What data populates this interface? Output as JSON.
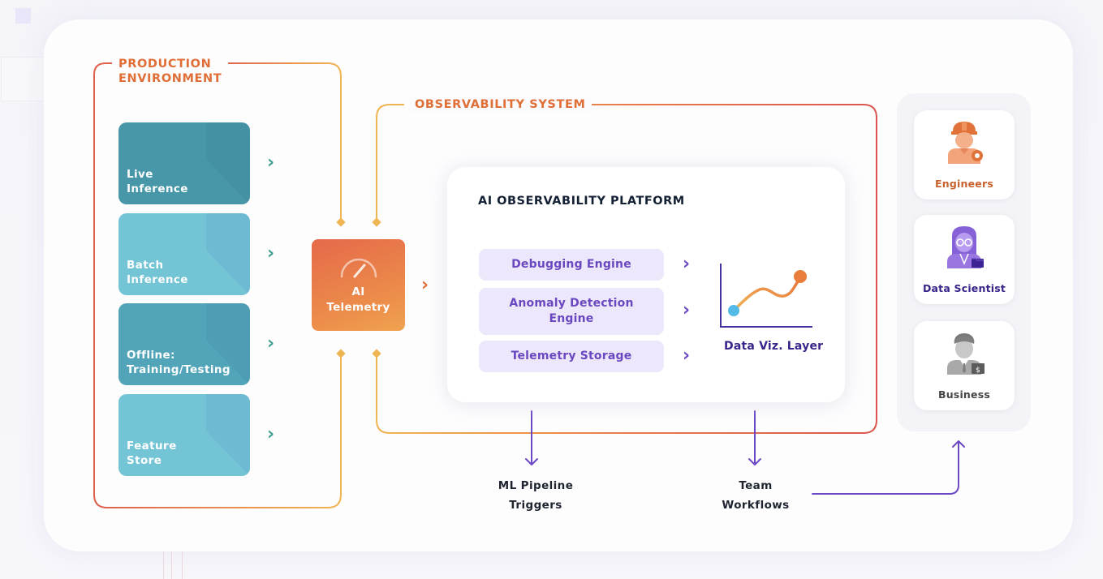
{
  "production_environment": {
    "title_line1": "PRODUCTION",
    "title_line2": "ENVIRONMENT",
    "sources": [
      {
        "line1": "Live",
        "line2": "Inference"
      },
      {
        "line1": "Batch",
        "line2": "Inference"
      },
      {
        "line1": "Offline:",
        "line2": "Training/Testing"
      },
      {
        "line1": "Feature",
        "line2": "Store"
      }
    ]
  },
  "telemetry": {
    "line1": "AI",
    "line2": "Telemetry",
    "icon": "gauge-icon"
  },
  "observability_system": {
    "title": "OBSERVABILITY SYSTEM",
    "platform": {
      "title": "AI OBSERVABILITY PLATFORM",
      "engines": [
        {
          "line1": "Debugging Engine",
          "line2": ""
        },
        {
          "line1": "Anomaly Detection",
          "line2": "Engine"
        },
        {
          "line1": "Telemetry Storage",
          "line2": ""
        }
      ],
      "visualization": {
        "label": "Data Viz. Layer",
        "icon": "line-chart-icon"
      }
    }
  },
  "outputs": [
    {
      "line1": "ML Pipeline",
      "line2": "Triggers"
    },
    {
      "line1": "Team",
      "line2": "Workflows"
    }
  ],
  "users": [
    {
      "label": "Engineers",
      "icon": "engineer-icon",
      "color": "#c8632f"
    },
    {
      "label": "Data Scientist",
      "icon": "data-scientist-icon",
      "color": "#3a238a"
    },
    {
      "label": "Business",
      "icon": "business-person-icon",
      "color": "#454545"
    }
  ],
  "colors": {
    "accent_orange": "#e06e37",
    "accent_yellow": "#f0b553",
    "accent_red": "#d9574f",
    "accent_purple": "#6b48c4",
    "teal_dark": "#4797a8",
    "teal_light": "#73c4d5",
    "engine_bg": "#ede7fb"
  }
}
